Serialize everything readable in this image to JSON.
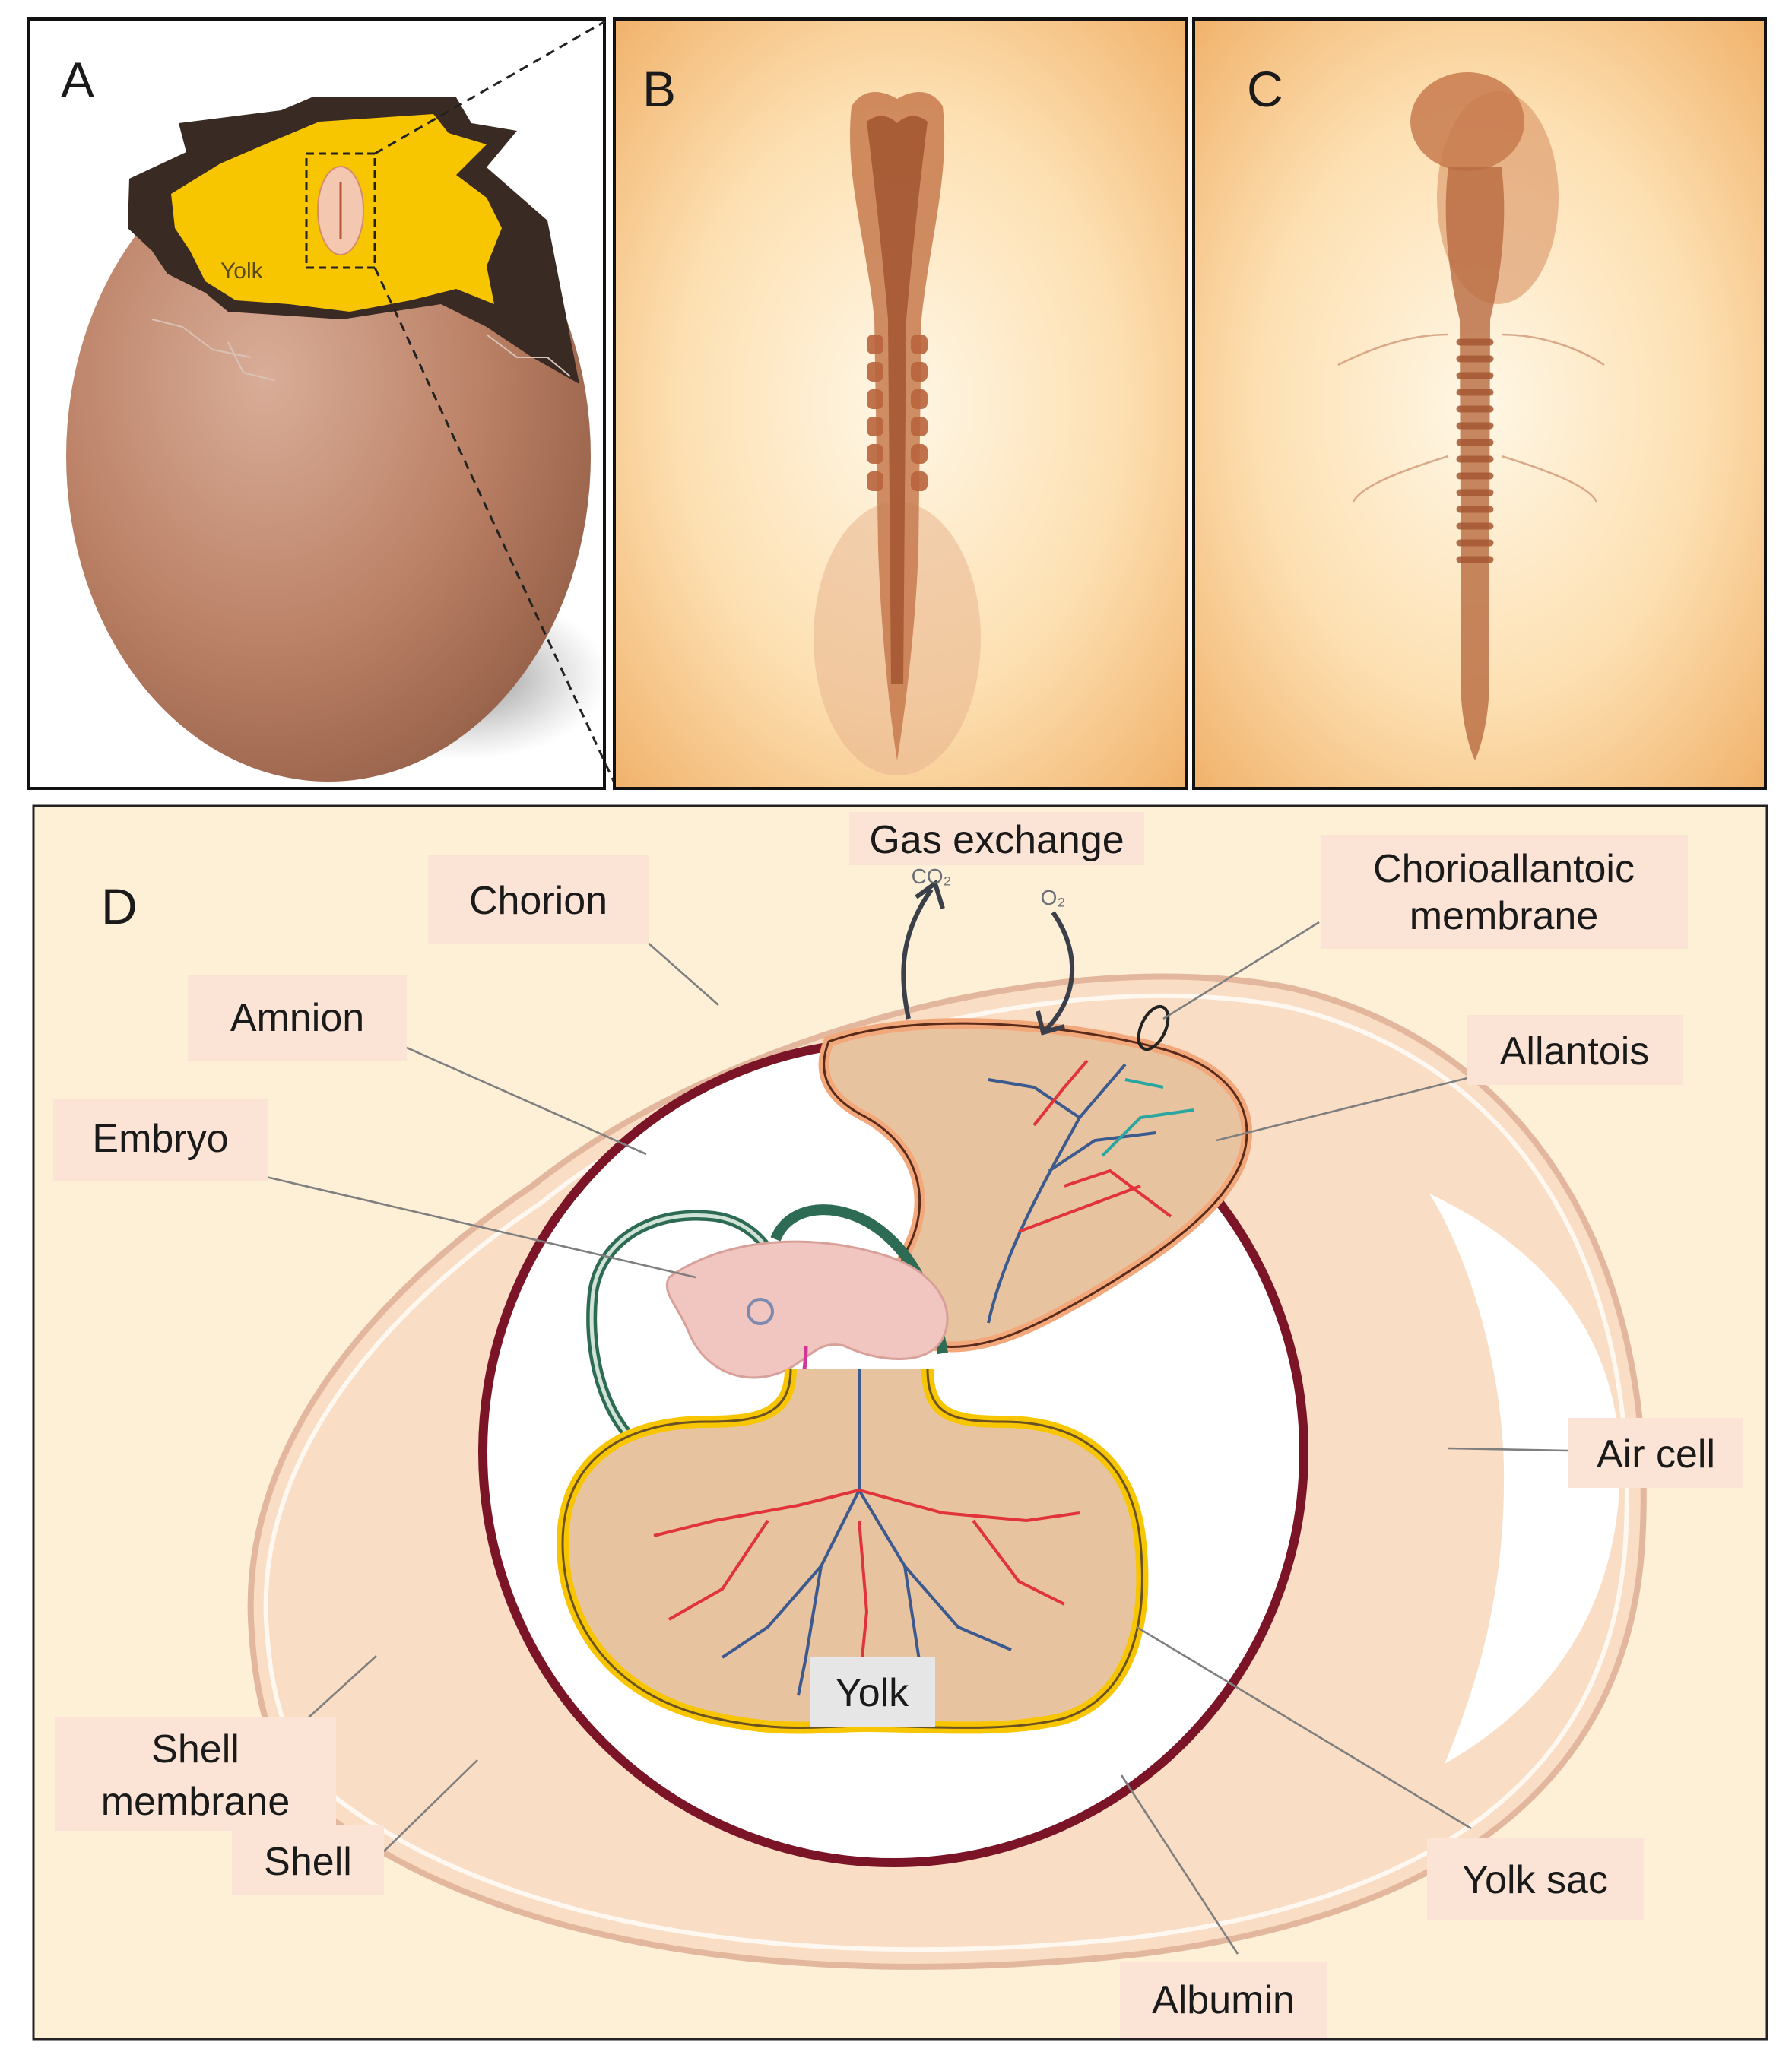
{
  "panels": {
    "a": {
      "letter": "A",
      "yolk_label": "Yolk"
    },
    "b": {
      "letter": "B"
    },
    "c": {
      "letter": "C"
    },
    "d": {
      "letter": "D"
    }
  },
  "labels": {
    "gas_exchange": "Gas exchange",
    "co2": "CO₂",
    "o2": "O₂",
    "chorion": "Chorion",
    "chorioallantoic_line1": "Chorioallantoic",
    "chorioallantoic_line2": "membrane",
    "amnion": "Amnion",
    "allantois": "Allantois",
    "embryo": "Embryo",
    "air_cell": "Air cell",
    "yolk": "Yolk",
    "shell_membrane_line1": "Shell",
    "shell_membrane_line2": "membrane",
    "shell": "Shell",
    "yolk_sac": "Yolk sac",
    "albumin": "Albumin"
  },
  "colors": {
    "label_box": "#fbe3d6",
    "panel_d_background": "#fdf0d6",
    "chorion_ring": "#7a1426",
    "yolk_yellow": "#f7c600",
    "amnion_green": "#2e6b55",
    "egg_brown": "#b77c62",
    "artery_red": "#e0333a",
    "vein_blue": "#3d5a8e"
  }
}
